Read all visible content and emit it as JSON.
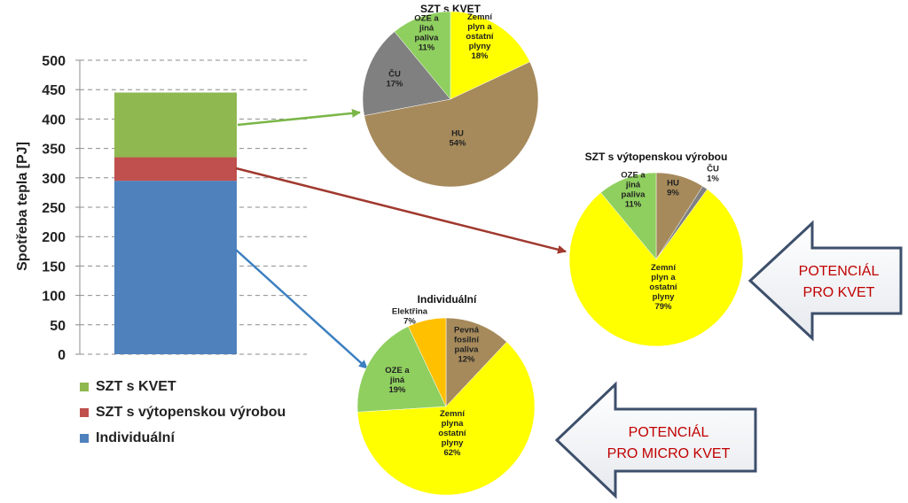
{
  "chart_data": [
    {
      "type": "bar",
      "stacked": true,
      "ylabel": "Spotřeba tepla [PJ]",
      "ylim": [
        0,
        500
      ],
      "yticks": [
        0,
        50,
        100,
        150,
        200,
        250,
        300,
        350,
        400,
        450,
        500
      ],
      "grid": true,
      "legend_position": "bottom-left",
      "series": [
        {
          "name": "SZT s KVET",
          "value": 110,
          "color": "#8fb850"
        },
        {
          "name": "SZT s výtopenskou výrobou",
          "value": 40,
          "color": "#c0504d"
        },
        {
          "name": "Individuální",
          "value": 295,
          "color": "#4f81bd"
        }
      ]
    },
    {
      "type": "pie",
      "title": "SZT s KVET",
      "slices": [
        {
          "label": [
            "Zemní",
            "plyn a",
            "ostatní",
            "plyny"
          ],
          "pct": "18%",
          "value": 18,
          "color": "#ffff00"
        },
        {
          "label": [
            "HU"
          ],
          "pct": "54%",
          "value": 54,
          "color": "#a68a5b"
        },
        {
          "label": [
            "ČU"
          ],
          "pct": "17%",
          "value": 17,
          "color": "#808080"
        },
        {
          "label": [
            "OZE a",
            "jiná",
            "paliva"
          ],
          "pct": "11%",
          "value": 11,
          "color": "#8fcf5f"
        }
      ]
    },
    {
      "type": "pie",
      "title": "SZT s výtopenskou výrobou",
      "slices": [
        {
          "label": [
            "HU"
          ],
          "pct": "9%",
          "value": 9,
          "color": "#a68a5b"
        },
        {
          "label": [
            "ČU"
          ],
          "pct": "1%",
          "value": 1,
          "color": "#808080"
        },
        {
          "label": [
            "Zemní",
            "plyn a",
            "ostatní",
            "plyny"
          ],
          "pct": "79%",
          "value": 79,
          "color": "#ffff00"
        },
        {
          "label": [
            "OZE a",
            "jiná",
            "paliva"
          ],
          "pct": "11%",
          "value": 11,
          "color": "#8fcf5f"
        }
      ]
    },
    {
      "type": "pie",
      "title": "Individuální",
      "slices": [
        {
          "label": [
            "Pevná",
            "fosilní",
            "paliva"
          ],
          "pct": "12%",
          "value": 12,
          "color": "#a68a5b"
        },
        {
          "label": [
            "Zemní",
            "plyna",
            "ostatní",
            "plyny"
          ],
          "pct": "62%",
          "value": 62,
          "color": "#ffff00"
        },
        {
          "label": [
            "OZE a",
            "jiná"
          ],
          "pct": "19%",
          "value": 19,
          "color": "#8fcf5f"
        },
        {
          "label": [
            "Elektřina"
          ],
          "pct": "7%",
          "value": 7,
          "color": "#ffc000"
        }
      ]
    }
  ],
  "callouts": [
    {
      "line1": "POTENCIÁL",
      "line2": "PRO KVET",
      "color": "#c00000"
    },
    {
      "line1": "POTENCIÁL",
      "line2": "PRO MICRO KVET",
      "color": "#c00000"
    }
  ],
  "connector_colors": [
    "#7ab648",
    "#a0392f",
    "#3b7fc0"
  ]
}
